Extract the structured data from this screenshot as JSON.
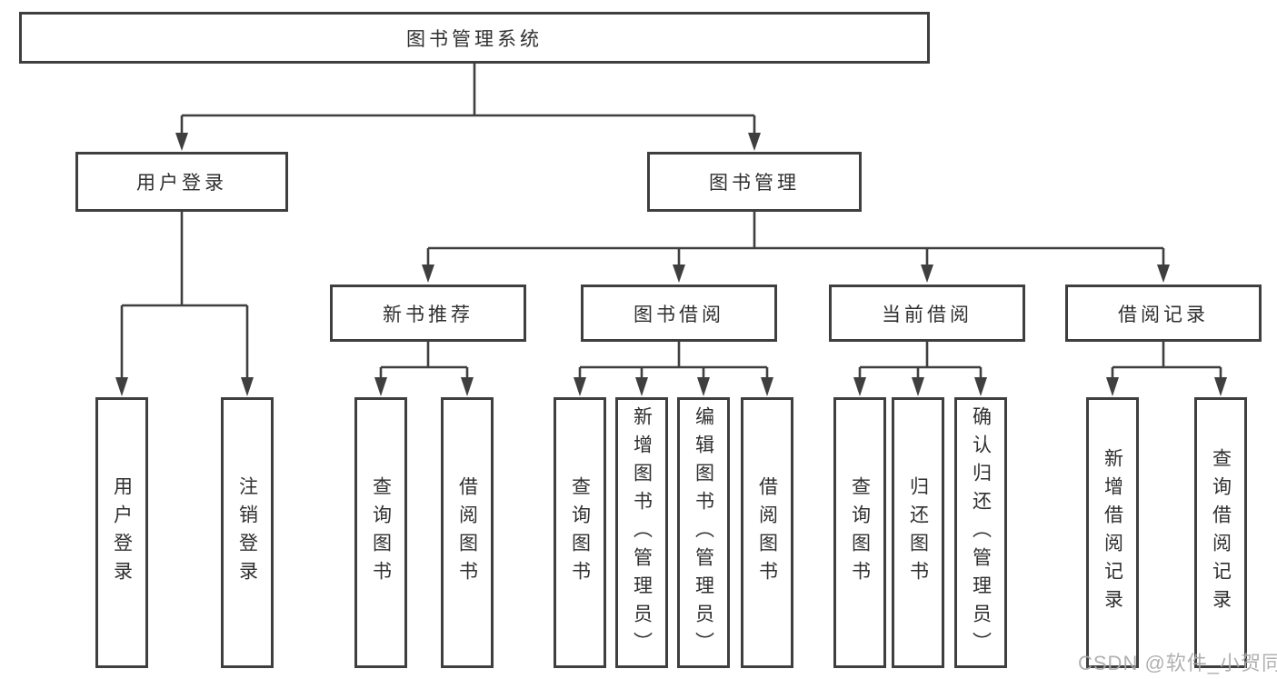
{
  "tree": {
    "root": {
      "label": "图书管理系统"
    },
    "branches": [
      {
        "label": "用户登录",
        "children": [
          {
            "label": "用户登录"
          },
          {
            "label": "注销登录"
          }
        ]
      },
      {
        "label": "图书管理",
        "children": [
          {
            "label": "新书推荐",
            "children": [
              {
                "label": "查询图书"
              },
              {
                "label": "借阅图书"
              }
            ]
          },
          {
            "label": "图书借阅",
            "children": [
              {
                "label": "查询图书"
              },
              {
                "label": "新增图书（管理员）"
              },
              {
                "label": "编辑图书（管理员）"
              },
              {
                "label": "借阅图书"
              }
            ]
          },
          {
            "label": "当前借阅",
            "children": [
              {
                "label": "查询图书"
              },
              {
                "label": "归还图书"
              },
              {
                "label": "确认归还（管理员）"
              }
            ]
          },
          {
            "label": "借阅记录",
            "children": [
              {
                "label": "新增借阅记录"
              },
              {
                "label": "查询借阅记录"
              }
            ]
          }
        ]
      }
    ]
  },
  "watermark": "CSDN @软件_小贺同学",
  "colors": {
    "line": "#3f3f3f",
    "text": "#2f2f2f",
    "watermark": "#a8a8a8",
    "background": "#ffffff"
  }
}
